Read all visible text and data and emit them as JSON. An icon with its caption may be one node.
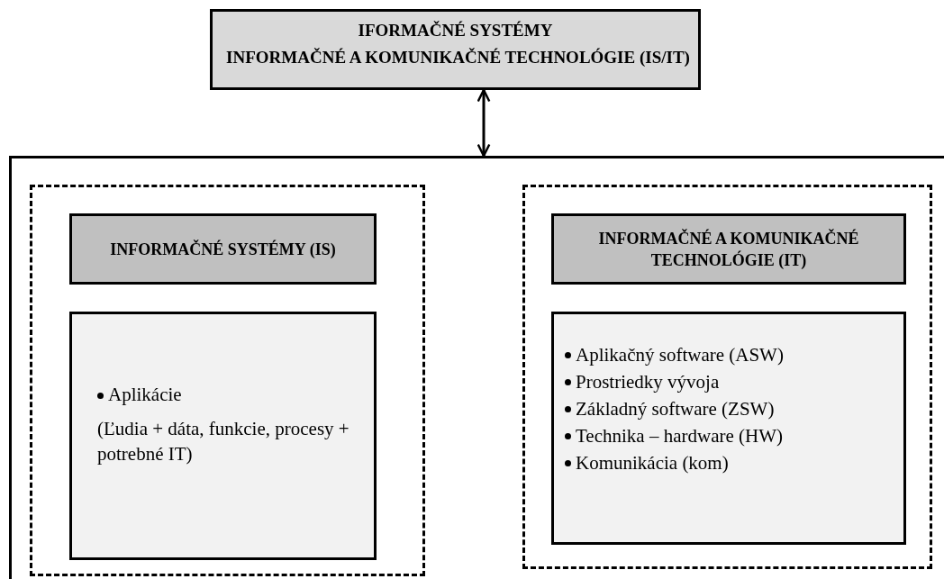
{
  "diagram": {
    "nodes": [
      {
        "text": [
          "IFORMAČNÉ SYSTÉMY",
          "INFORMAČNÉ A KOMUNIKAČNÉ TECHNOLÓGIE (IS/IT)"
        ]
      },
      {
        "text": [],
        "shape": "box"
      },
      {
        "text": [],
        "shape": "box",
        "in": 1
      },
      {
        "text": [
          "INFORMAČNÉ SYSTÉMY (IS)"
        ],
        "in": 2
      },
      {
        "text": [
          "Aplikácie",
          "(Ľudia + dáta, funkcie, procesy + potrebné IT)"
        ],
        "in": 2
      },
      {
        "text": [],
        "shape": "box",
        "in": 1
      },
      {
        "text": [
          "INFORMAČNÉ A KOMUNIKAČNÉ TECHNOLÓGIE (IT)"
        ],
        "in": 5
      },
      {
        "text": [
          "Aplikačný software (ASW)",
          "Prostriedky vývoja",
          "Základný software (ZSW)",
          "Technika – hardware (HW)",
          "Komunikácia (kom)"
        ],
        "in": 5
      }
    ],
    "edges": [
      {
        "from": 0,
        "to": 1,
        "arrow": "both"
      }
    ]
  }
}
